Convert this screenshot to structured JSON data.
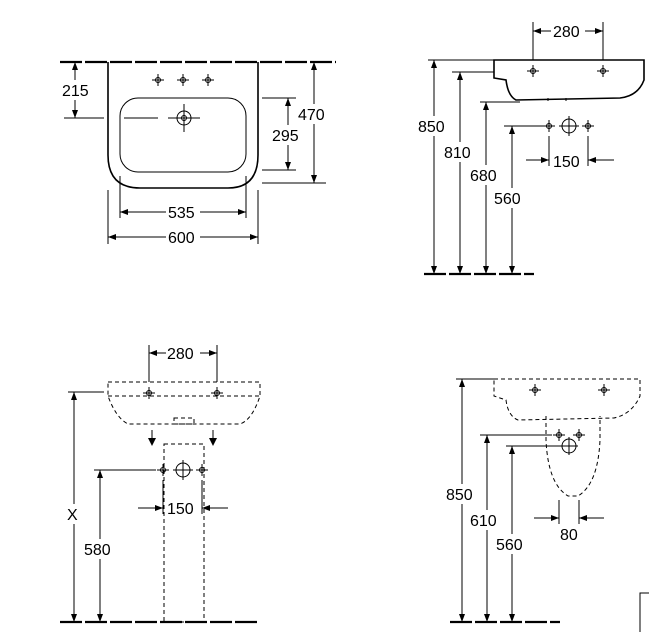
{
  "views": {
    "top_view": {
      "dim_projection": "215",
      "dim_width_total": "600",
      "dim_width_inner": "535",
      "dim_depth_total": "470",
      "dim_depth_inner": "295"
    },
    "side_view_wall": {
      "dim_tap_spacing": "280",
      "dim_height_rim": "850",
      "dim_height_underside": "810",
      "dim_height_supply": "680",
      "dim_height_waste": "560",
      "dim_supply_spacing": "150"
    },
    "front_view_pedestal": {
      "dim_tap_spacing": "280",
      "dim_height_variable": "X",
      "dim_height_supply": "580",
      "dim_supply_spacing": "150"
    },
    "side_view_semi_pedestal": {
      "dim_height_rim": "850",
      "dim_height_supply": "610",
      "dim_height_waste": "560",
      "dim_trap_width": "80"
    }
  }
}
